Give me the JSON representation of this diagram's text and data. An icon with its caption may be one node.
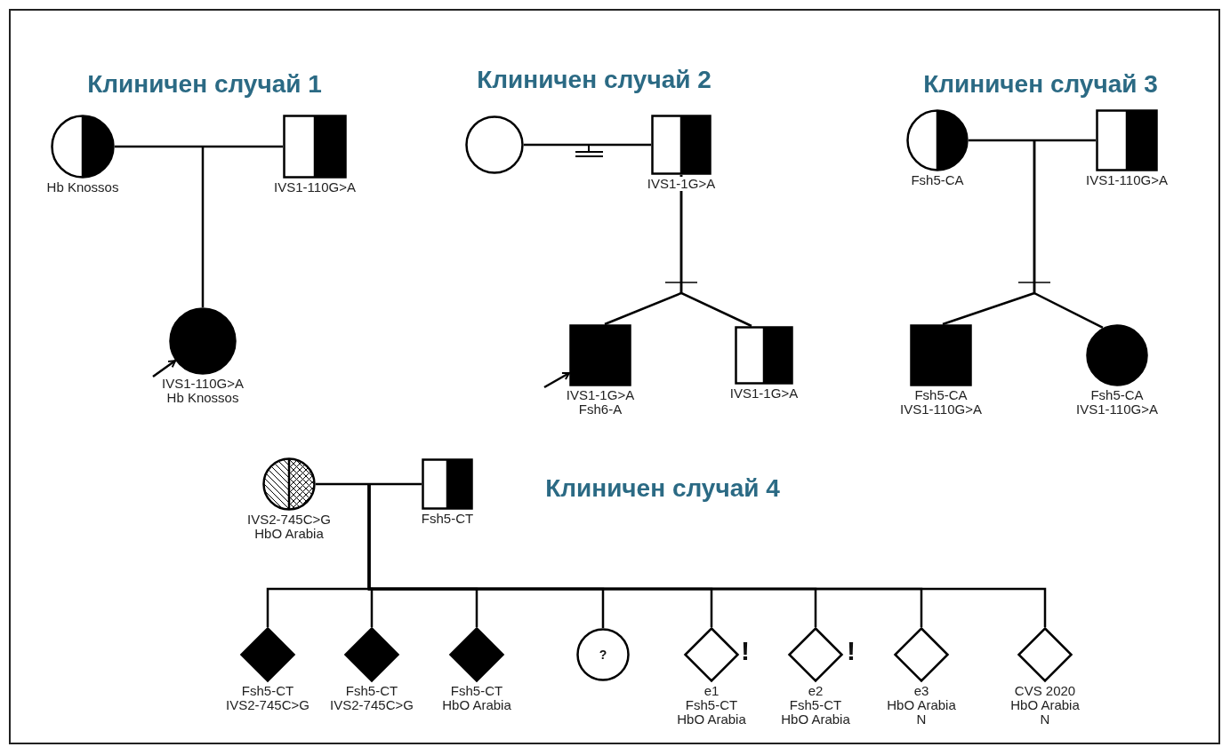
{
  "diagram": {
    "nodes": [
      {
        "text": [],
        "shape": "circle",
        "beside": [
          "Hb Knossos"
        ]
      },
      {
        "text": [],
        "shape": "box",
        "beside": [
          "IVS1-110G>A"
        ]
      },
      {
        "text": [],
        "shape": "circle",
        "beside": [
          "IVS1-110G>A",
          "Hb Knossos"
        ]
      },
      {
        "text": [],
        "shape": "circle"
      },
      {
        "text": [],
        "shape": "box",
        "beside": [
          "IVS1-1G>A"
        ]
      },
      {
        "text": [],
        "shape": "box",
        "beside": [
          "IVS1-1G>A",
          "Fsh6-A"
        ]
      },
      {
        "text": [],
        "shape": "box",
        "beside": [
          "IVS1-1G>A"
        ]
      },
      {
        "text": [],
        "shape": "circle",
        "beside": [
          "Fsh5-CA"
        ]
      },
      {
        "text": [],
        "shape": "box",
        "beside": [
          "IVS1-110G>A"
        ]
      },
      {
        "text": [],
        "shape": "box",
        "beside": [
          "Fsh5-CA",
          "IVS1-110G>A"
        ]
      },
      {
        "text": [],
        "shape": "circle",
        "beside": [
          "Fsh5-CA",
          "IVS1-110G>A"
        ]
      },
      {
        "text": [],
        "shape": "circle",
        "beside": [
          "IVS2-745C>G",
          "HbO Arabia"
        ]
      },
      {
        "text": [],
        "shape": "box",
        "beside": [
          "Fsh5-CT"
        ]
      },
      {
        "text": [],
        "shape": "diamond",
        "beside": [
          "Fsh5-CT",
          "IVS2-745C>G"
        ]
      },
      {
        "text": [],
        "shape": "diamond",
        "beside": [
          "Fsh5-CT",
          "IVS2-745C>G"
        ]
      },
      {
        "text": [],
        "shape": "diamond",
        "beside": [
          "Fsh5-CT",
          "HbO Arabia"
        ]
      },
      {
        "text": [
          "?"
        ]
      },
      {
        "text": [],
        "shape": "diamond",
        "beside": [
          "e1",
          "Fsh5-CT",
          "HbO Arabia"
        ]
      },
      {
        "text": [],
        "shape": "diamond",
        "beside": [
          "e2",
          "Fsh5-CT",
          "HbO Arabia"
        ]
      },
      {
        "text": [],
        "shape": "diamond",
        "beside": [
          "e3",
          "HbO Arabia",
          "N"
        ]
      },
      {
        "text": [],
        "shape": "diamond",
        "beside": [
          "CVS 2020",
          "HbO Arabia",
          "N"
        ]
      }
    ],
    "edges": [
      {
        "from": 0,
        "to": 1,
        "arrow": "none"
      },
      {
        "from": null,
        "to": 2,
        "arrow": "none"
      },
      {
        "from": null,
        "to": 2,
        "arrow": "to"
      },
      {
        "from": 3,
        "to": 4,
        "arrow": "none"
      },
      {
        "from": 4,
        "to": 5,
        "arrow": "none"
      },
      {
        "from": 4,
        "to": 6,
        "arrow": "none"
      },
      {
        "from": null,
        "to": 5,
        "arrow": "to"
      },
      {
        "from": 7,
        "to": 8,
        "arrow": "none"
      },
      {
        "from": null,
        "to": 9,
        "arrow": "none"
      },
      {
        "from": null,
        "to": 10,
        "arrow": "none"
      },
      {
        "from": 11,
        "to": 12,
        "arrow": "none"
      },
      {
        "from": null,
        "to": 13,
        "arrow": "none"
      },
      {
        "from": null,
        "to": 14,
        "arrow": "none"
      },
      {
        "from": null,
        "to": 15,
        "arrow": "none"
      },
      {
        "from": null,
        "to": 16,
        "arrow": "none"
      },
      {
        "from": null,
        "to": 17,
        "arrow": "none"
      },
      {
        "from": null,
        "to": 18,
        "arrow": "none"
      },
      {
        "from": null,
        "to": 19,
        "arrow": "none"
      },
      {
        "from": null,
        "to": 20,
        "arrow": "none"
      }
    ],
    "labels": [
      "Клиничен случай 1",
      "Клиничен случай 2",
      "Клиничен случай 3",
      "Клиничен случай 4",
      "!",
      "!"
    ]
  }
}
